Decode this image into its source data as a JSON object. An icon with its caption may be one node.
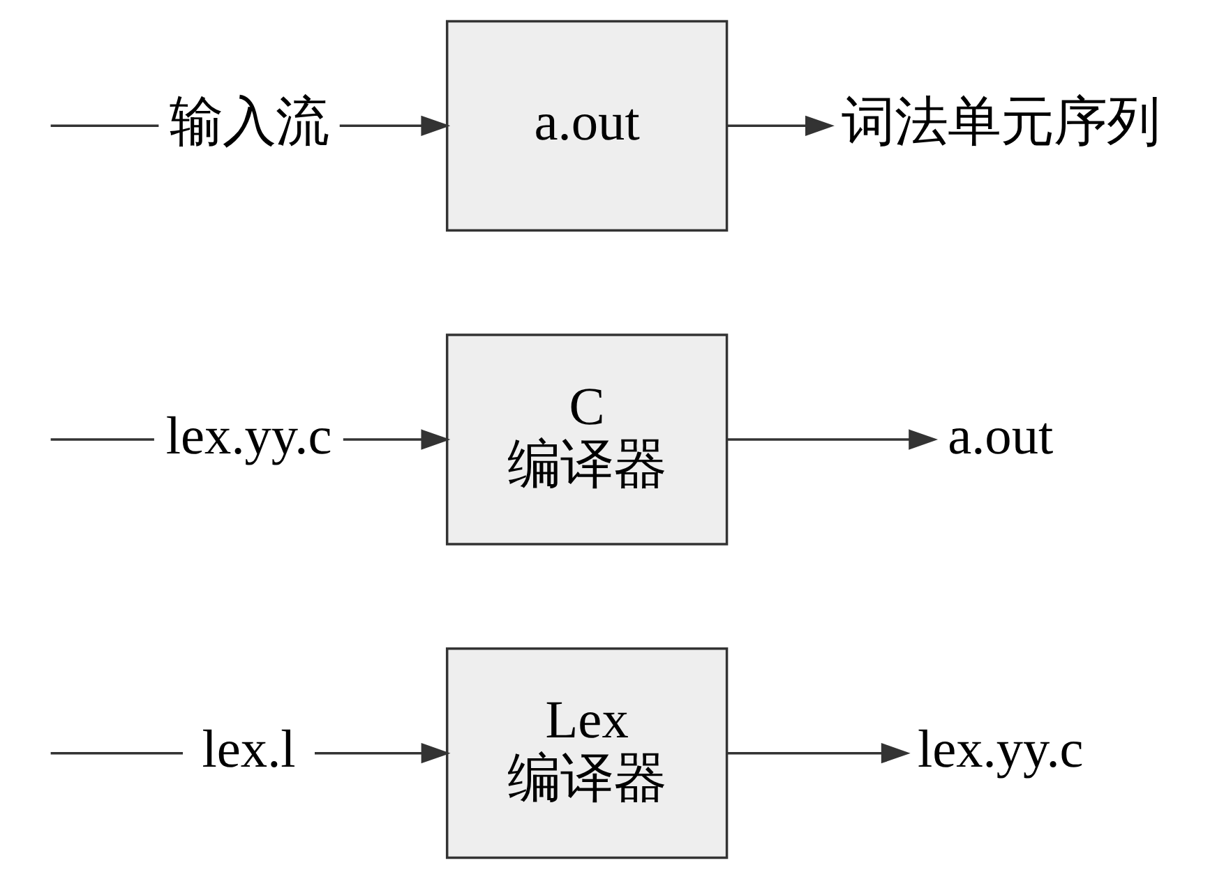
{
  "diagram": {
    "nodes": [
      {
        "text": [
          "lex.l"
        ]
      },
      {
        "text": [
          "Lex",
          "编译器"
        ]
      },
      {
        "text": [
          "lex.yy.c"
        ]
      },
      {
        "text": [
          "lex.yy.c"
        ]
      },
      {
        "text": [
          "C",
          "编译器"
        ]
      },
      {
        "text": [
          "a.out"
        ]
      },
      {
        "text": [
          "输入流"
        ]
      },
      {
        "text": [
          "a.out"
        ]
      },
      {
        "text": [
          "词法单元序列"
        ]
      }
    ],
    "edges": [
      {
        "from": null,
        "to": 0,
        "arrow": "none"
      },
      {
        "from": 0,
        "to": 1,
        "arrow": "to"
      },
      {
        "from": 1,
        "to": 2,
        "arrow": "to"
      },
      {
        "from": null,
        "to": 3,
        "arrow": "none"
      },
      {
        "from": 3,
        "to": 4,
        "arrow": "to"
      },
      {
        "from": 4,
        "to": 5,
        "arrow": "to"
      },
      {
        "from": null,
        "to": 6,
        "arrow": "none"
      },
      {
        "from": 6,
        "to": 7,
        "arrow": "to"
      },
      {
        "from": 7,
        "to": 8,
        "arrow": "to"
      }
    ]
  }
}
